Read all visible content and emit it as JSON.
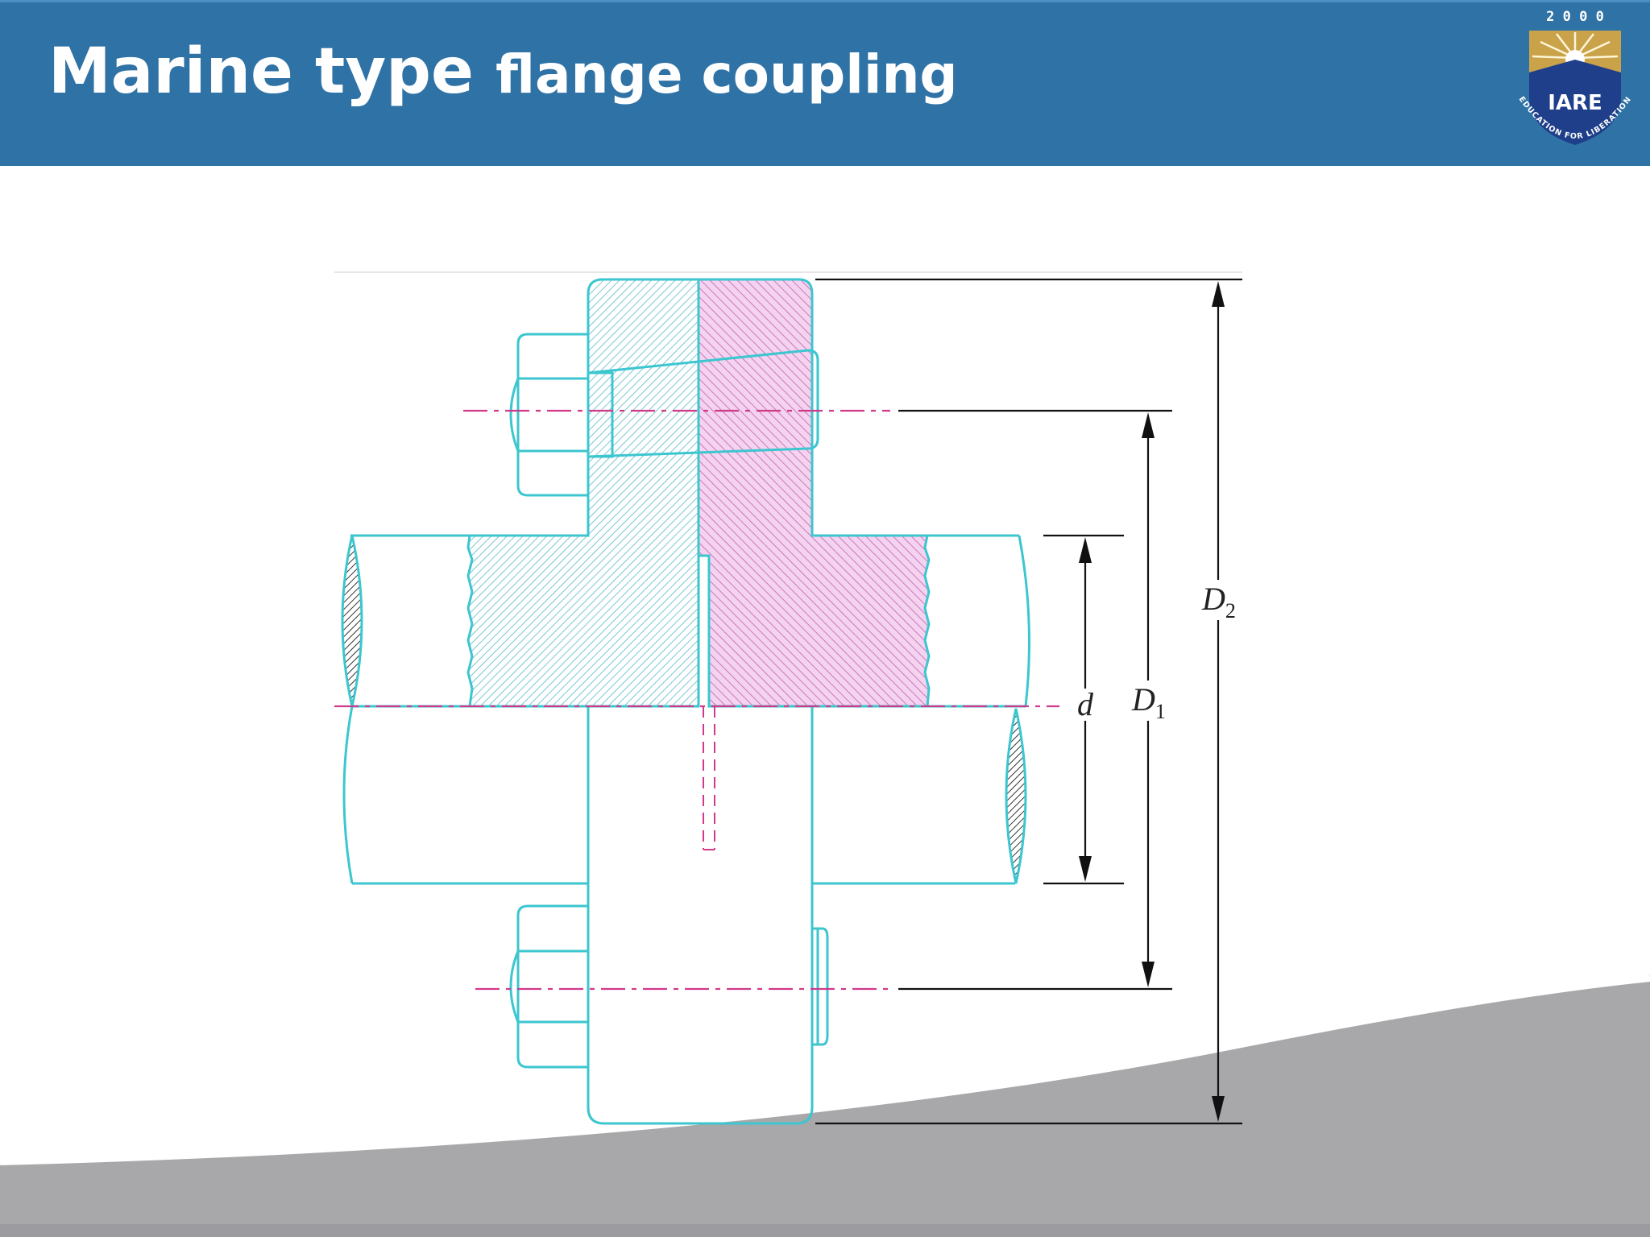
{
  "slide": {
    "title_part1": "Marine type ",
    "title_part2": "flange coupling",
    "header_color": "#2f72a5"
  },
  "logo": {
    "year": "2 0 0 0",
    "name": "IARE",
    "motto": "EDUCATION FOR LIBERATION",
    "colors": {
      "shield": "#1f3f8a",
      "sun": "#c9a24a"
    },
    "icon": "iare-shield-logo"
  },
  "diagram": {
    "labels": {
      "d": "d",
      "D1": "D",
      "D1_sub": "1",
      "D2": "D",
      "D2_sub": "2"
    },
    "colors": {
      "outline": "#3cc6cf",
      "left_hatch": "#5ab9c8",
      "right_fill": "#f3d3ef",
      "right_hatch": "#c660b0",
      "centerline": "#d03a8a",
      "dimension": "#111111"
    }
  }
}
